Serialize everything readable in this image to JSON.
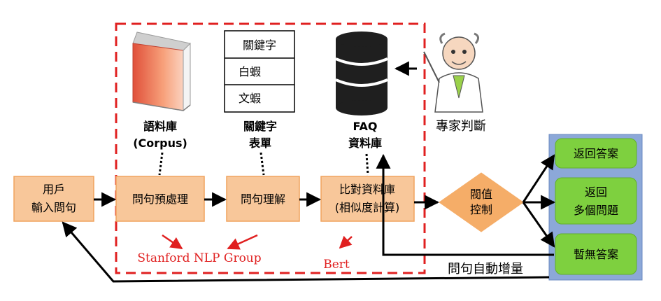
{
  "nodes": {
    "user_input": {
      "line1": "用戶",
      "line2": "輸入問句"
    },
    "preprocess": "問句預處理",
    "understand": "問句理解",
    "compare": {
      "line1": "比對資料庫",
      "line2": "(相似度計算)"
    },
    "threshold": {
      "line1": "閥值",
      "line2": "控制"
    }
  },
  "resources": {
    "corpus": {
      "line1": "語料庫",
      "line2": "(Corpus)"
    },
    "keyword_table": {
      "rows": [
        "關鍵字",
        "白蝦",
        "文蝦"
      ],
      "line1": "關鍵字",
      "line2": "表單"
    },
    "faq_db": {
      "line1": "FAQ",
      "line2": "資料庫"
    },
    "expert": "專家判斷"
  },
  "outputs": {
    "return_answer": "返回答案",
    "multi_line1": "返回",
    "multi_line2": "多個問題",
    "no_answer": "暫無答案"
  },
  "annotations": {
    "stanford": "Stanford NLP Group",
    "bert": "Bert",
    "auto_increase": "問句自動增量"
  },
  "colors": {
    "process_fill": "#f8c79a",
    "process_stroke": "#f0a35e",
    "diamond_fill": "#f5ad68",
    "output_fill": "#7ed03f",
    "panel_fill": "#8ca8d8",
    "dashed_red": "#e02020",
    "annotation_red": "#e02020"
  }
}
